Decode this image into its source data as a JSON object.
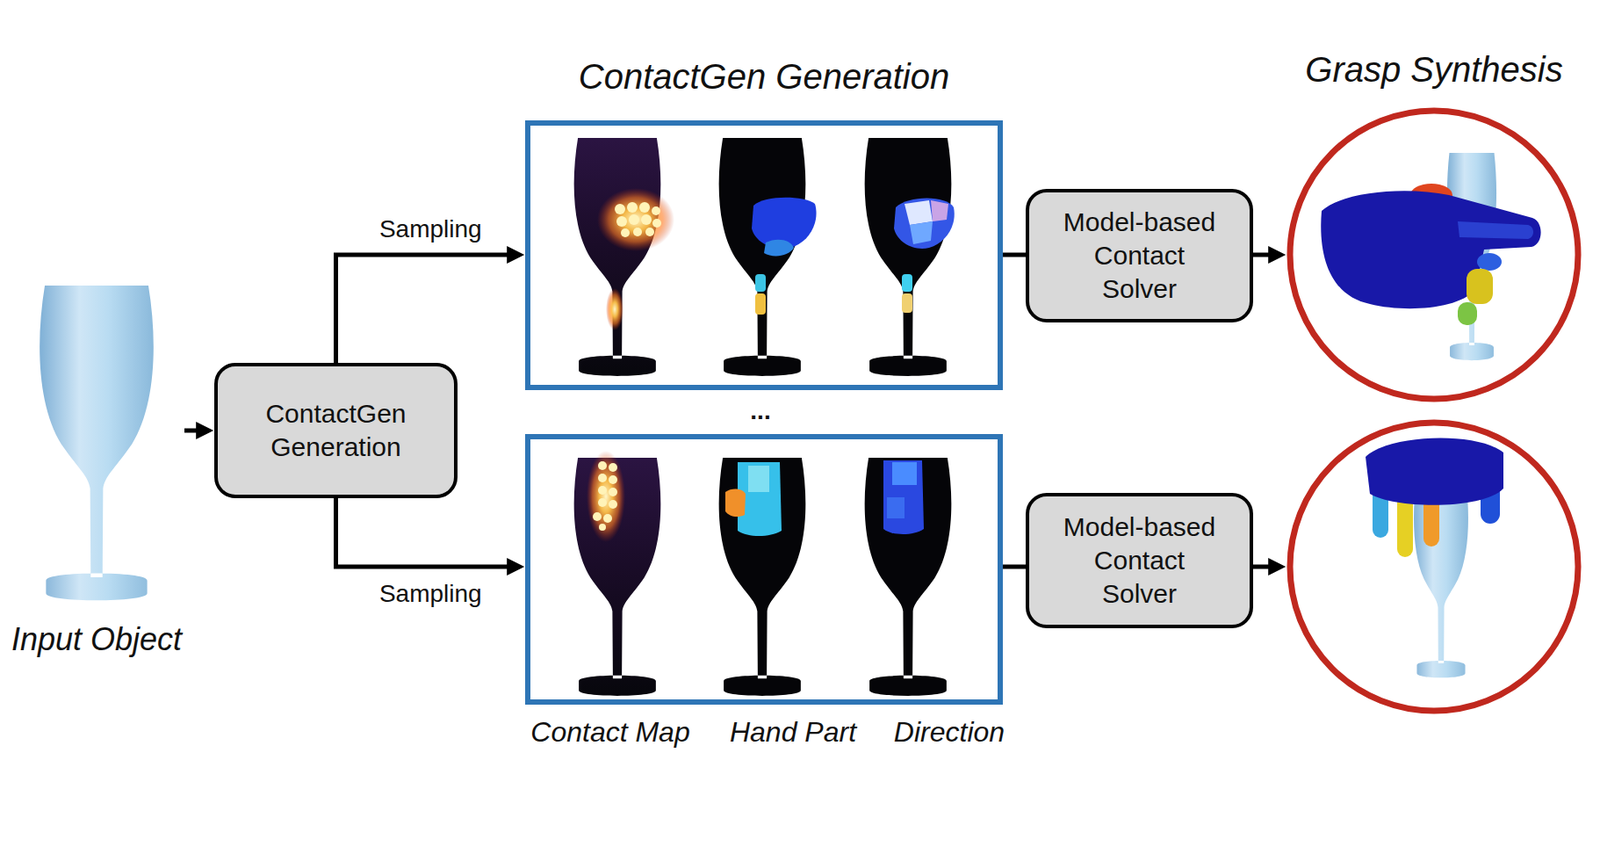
{
  "diagram": {
    "nodes": [
      {
        "text": [
          "Input Object"
        ]
      },
      {
        "text": [
          "ContactGen Generation"
        ]
      },
      {
        "text": [
          "ContactGen Generation"
        ]
      },
      {
        "text": [
          "Model-based Contact Solver"
        ]
      },
      {
        "text": [
          "Grasp Synthesis"
        ]
      },
      {
        "text": [
          "Contact Map",
          "Hand Part",
          "Direction"
        ]
      },
      {
        "text": [
          "Model-based Contact Solver"
        ]
      },
      {
        "text": []
      }
    ],
    "edges": [
      {
        "from": 0,
        "to": 1,
        "arrow": "to"
      },
      {
        "from": 1,
        "to": 2,
        "arrow": "to",
        "label": "Sampling"
      },
      {
        "from": 1,
        "to": 5,
        "arrow": "to",
        "label": "Sampling"
      },
      {
        "from": 2,
        "to": 3,
        "arrow": "none"
      },
      {
        "from": 3,
        "to": 4,
        "arrow": "to"
      },
      {
        "from": 5,
        "to": 6,
        "arrow": "none"
      },
      {
        "from": 6,
        "to": 7,
        "arrow": "to"
      }
    ],
    "labels": [
      "..."
    ]
  }
}
